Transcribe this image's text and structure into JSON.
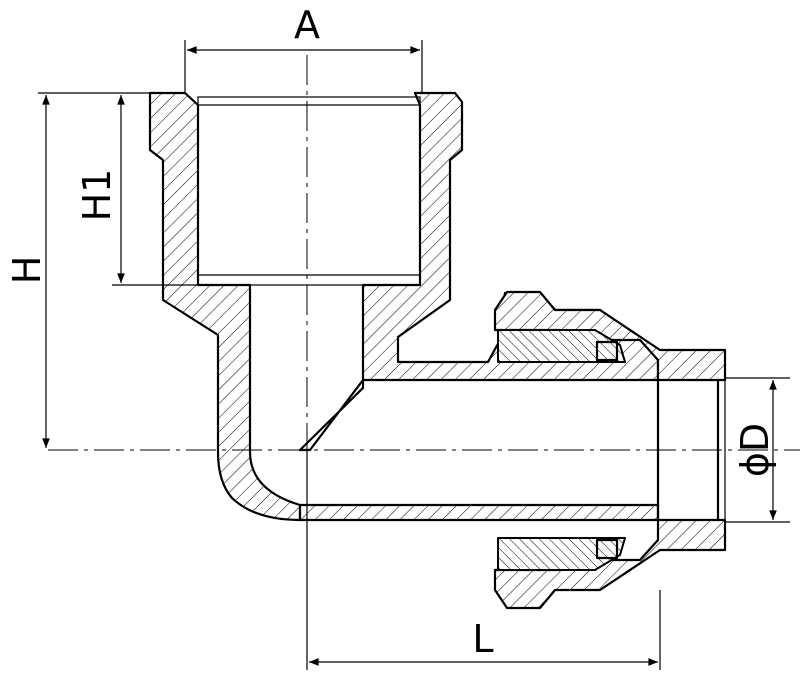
{
  "labels": {
    "a": "A",
    "h": "H",
    "h1": "H1",
    "l": "L",
    "d": "ϕD"
  }
}
